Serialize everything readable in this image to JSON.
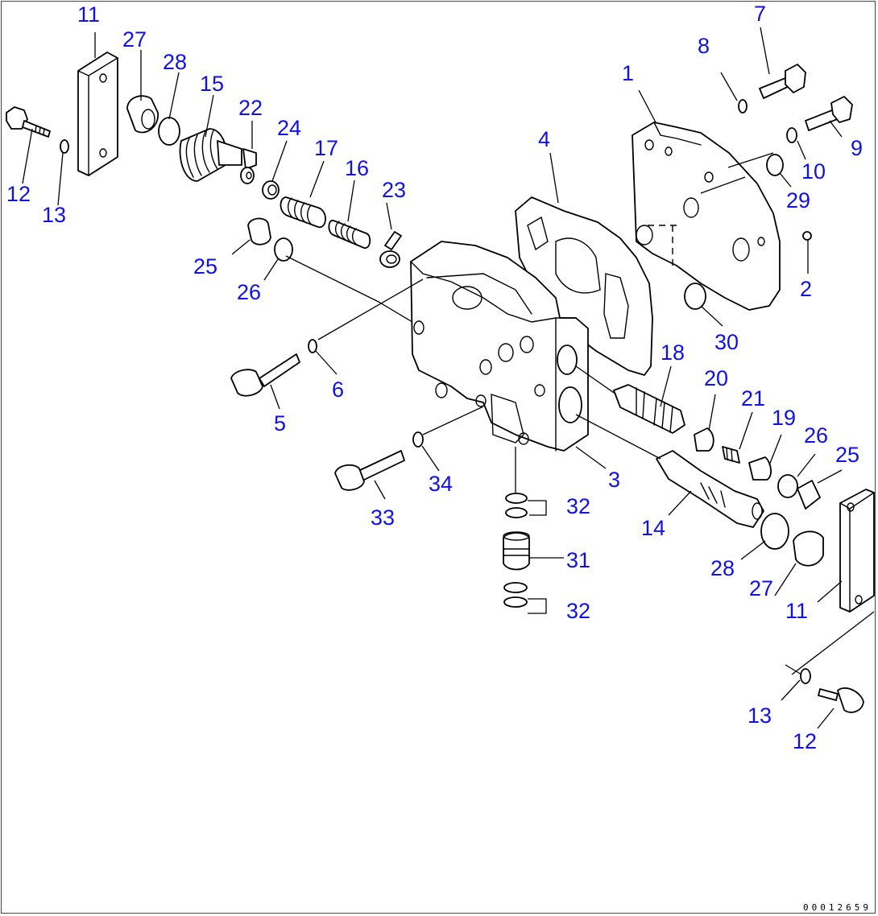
{
  "diagram": {
    "drawing_number": "00012659",
    "callouts": [
      {
        "id": "c11a",
        "text": "11"
      },
      {
        "id": "c27a",
        "text": "27"
      },
      {
        "id": "c28a",
        "text": "28"
      },
      {
        "id": "c15",
        "text": "15"
      },
      {
        "id": "c22",
        "text": "22"
      },
      {
        "id": "c24",
        "text": "24"
      },
      {
        "id": "c17",
        "text": "17"
      },
      {
        "id": "c16",
        "text": "16"
      },
      {
        "id": "c23",
        "text": "23"
      },
      {
        "id": "c12a",
        "text": "12"
      },
      {
        "id": "c13a",
        "text": "13"
      },
      {
        "id": "c25a",
        "text": "25"
      },
      {
        "id": "c26a",
        "text": "26"
      },
      {
        "id": "c4",
        "text": "4"
      },
      {
        "id": "c1",
        "text": "1"
      },
      {
        "id": "c8",
        "text": "8"
      },
      {
        "id": "c7",
        "text": "7"
      },
      {
        "id": "c9",
        "text": "9"
      },
      {
        "id": "c10",
        "text": "10"
      },
      {
        "id": "c29",
        "text": "29"
      },
      {
        "id": "c2",
        "text": "2"
      },
      {
        "id": "c30",
        "text": "30"
      },
      {
        "id": "c6",
        "text": "6"
      },
      {
        "id": "c5",
        "text": "5"
      },
      {
        "id": "c18",
        "text": "18"
      },
      {
        "id": "c20",
        "text": "20"
      },
      {
        "id": "c21",
        "text": "21"
      },
      {
        "id": "c19",
        "text": "19"
      },
      {
        "id": "c26b",
        "text": "26"
      },
      {
        "id": "c25b",
        "text": "25"
      },
      {
        "id": "c3",
        "text": "3"
      },
      {
        "id": "c34",
        "text": "34"
      },
      {
        "id": "c33",
        "text": "33"
      },
      {
        "id": "c32a",
        "text": "32"
      },
      {
        "id": "c31",
        "text": "31"
      },
      {
        "id": "c32b",
        "text": "32"
      },
      {
        "id": "c14",
        "text": "14"
      },
      {
        "id": "c28b",
        "text": "28"
      },
      {
        "id": "c27b",
        "text": "27"
      },
      {
        "id": "c11b",
        "text": "11"
      },
      {
        "id": "c13b",
        "text": "13"
      },
      {
        "id": "c12b",
        "text": "12"
      }
    ]
  }
}
